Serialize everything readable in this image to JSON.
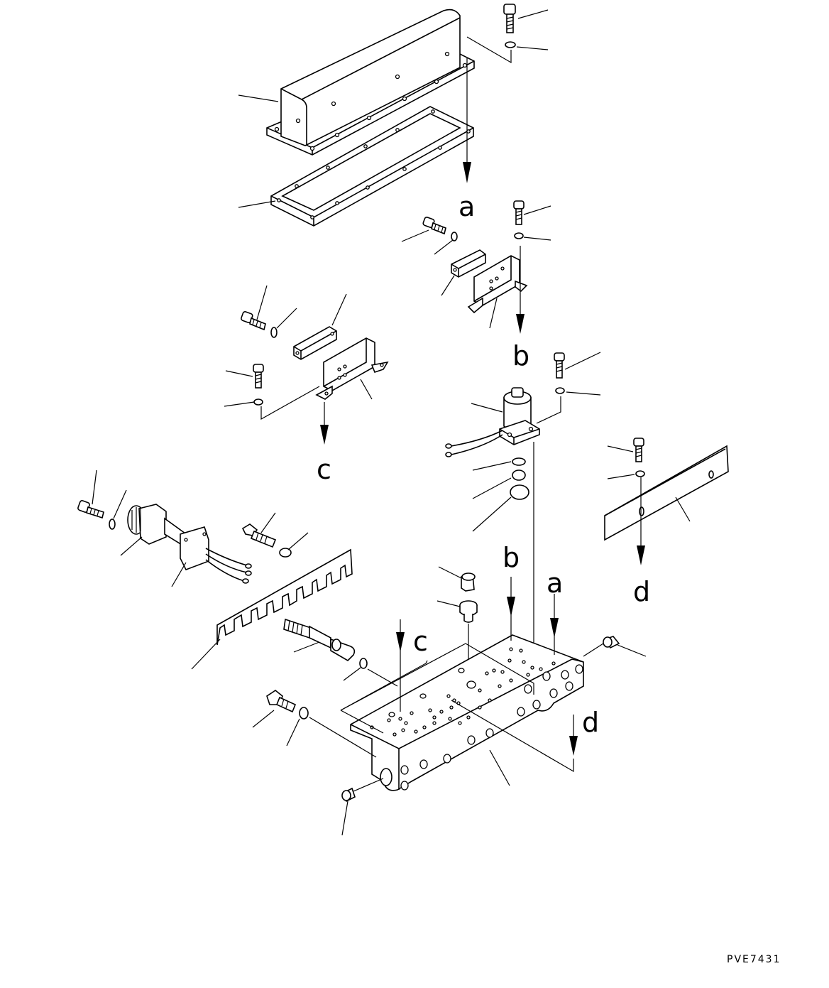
{
  "diagram": {
    "labels": {
      "a_top": "a",
      "b_top": "b",
      "c_top": "c",
      "d_top": "d",
      "b_bottom": "b",
      "a_bottom": "a",
      "c_bottom": "c",
      "d_bottom": "d"
    },
    "figure_code": "PVE7431"
  }
}
